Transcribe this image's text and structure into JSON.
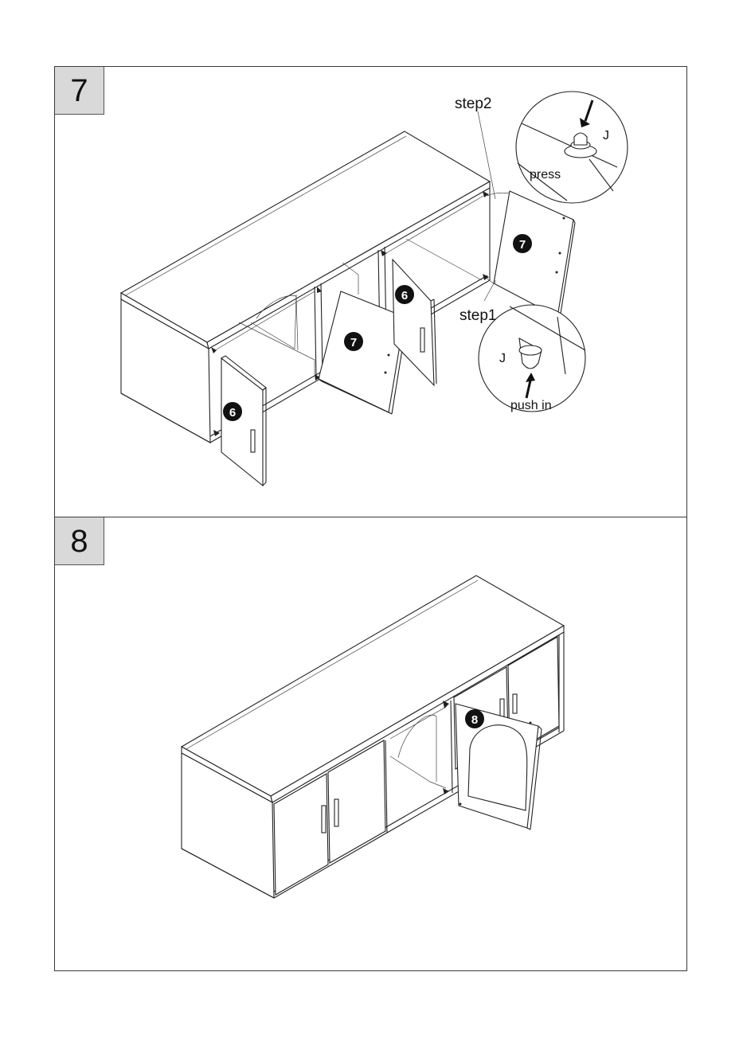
{
  "steps": {
    "seven": {
      "number": "7",
      "labels": {
        "step2": "step2",
        "step1": "step1",
        "press": "press",
        "push_in": "push in",
        "hinge_top": "J",
        "hinge_bottom": "J"
      },
      "parts": [
        "6",
        "7",
        "6",
        "7"
      ]
    },
    "eight": {
      "number": "8",
      "parts": [
        "8"
      ]
    }
  },
  "colors": {
    "panel_border": "#3a3a3a",
    "step_box": "#d9d9d9",
    "badge": "#111111"
  }
}
